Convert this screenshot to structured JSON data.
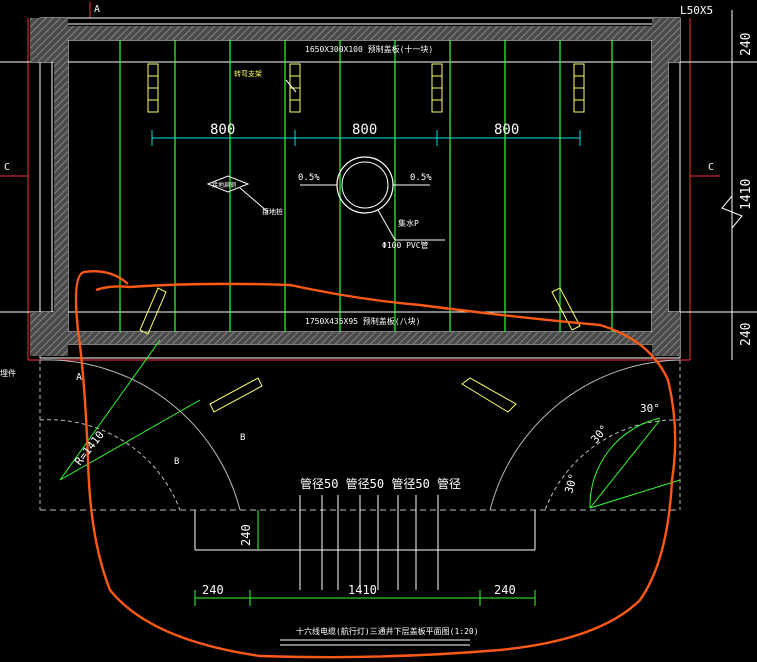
{
  "colors": {
    "background": "#000000",
    "white_lines": "#ffffff",
    "green_lines": "#33ff33",
    "red_lines": "#ff3030",
    "yellow": "#ffff66",
    "orange_markup": "#ff5a14",
    "cyan": "#00e0e0",
    "gray_wall": "#7a7a7a"
  },
  "labels": {
    "section_top_A": "A",
    "angle_steel": "L50X5",
    "cover_top": "1650X300X100 预制盖板(十一块)",
    "cover_bottom": "1750X435X95 预制盖板(八块)",
    "bracket_note": "转弯支架",
    "dim_800_a": "800",
    "dim_800_b": "800",
    "dim_800_c": "800",
    "slope_left": "0.5%",
    "slope_right": "0.5%",
    "sump_label": "集水P",
    "pipe_label": "Φ100 PVC管",
    "grounding_label": "接地扁钢",
    "anchor_label": "接地桩",
    "section_C_left": "C",
    "section_C_right": "C",
    "dim_240_top": "240",
    "dim_1410_right": "1410",
    "dim_240_bottom": "240",
    "left_note": "埋件",
    "section_A_lower": "A",
    "radius_label": "R=1410",
    "section_B_left": "B",
    "section_B_mid": "B",
    "angle_30_a": "30°",
    "angle_30_b": "30°",
    "angle_30_c": "30°",
    "pipe_diam": "管径50 管径50 管径50 管径",
    "dim_240_vertical": "240",
    "dim_240_left_bottom": "240",
    "dim_1410_bottom": "1410",
    "dim_240_right_bottom": "240",
    "drawing_title": "十六线电缆(航行灯)三通井下层盖板平面图(1:20)"
  }
}
